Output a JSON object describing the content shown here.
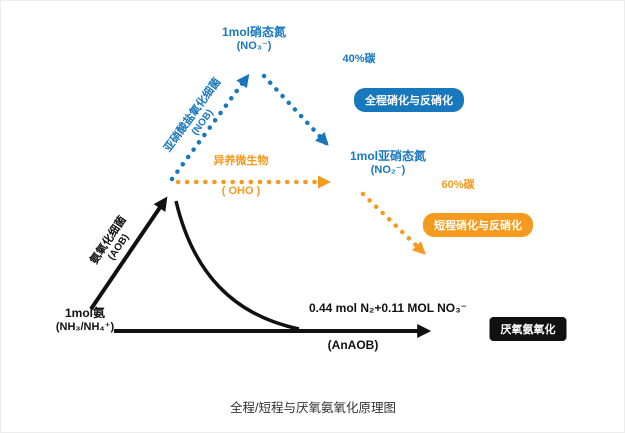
{
  "colors": {
    "blue": "#1878be",
    "orange": "#f59a1e",
    "black": "#111111",
    "background": "#ffffff"
  },
  "caption": "全程/短程与厌氧氨氧化原理图",
  "nodes": {
    "ammonia": {
      "title": "1mol氨",
      "formula": "(NH₃/NH₄⁺)"
    },
    "nitrate": {
      "title": "1mol硝态氮",
      "formula": "(NO₃⁻)"
    },
    "nitrite": {
      "title": "1mol亚硝态氮",
      "formula": "(NO₂⁻)"
    },
    "product": {
      "text": "0.44 mol N₂+0.11 MOL NO₃⁻"
    }
  },
  "edges": {
    "aob": {
      "name": "氨氧化细菌",
      "abbr": "(AOB)"
    },
    "nob": {
      "name": "亚硝酸盐氧化细菌",
      "abbr": "(NOB)"
    },
    "oho": {
      "name": "异养微生物",
      "abbr": "( OHO )"
    },
    "anaob": {
      "abbr": "(AnAOB)"
    }
  },
  "annotations": {
    "carbon40": "40%碳",
    "carbon60": "60%碳"
  },
  "badges": {
    "full_process": "全程硝化与反硝化",
    "short_process": "短程硝化与反硝化",
    "anammox": "厌氧氨氧化"
  }
}
